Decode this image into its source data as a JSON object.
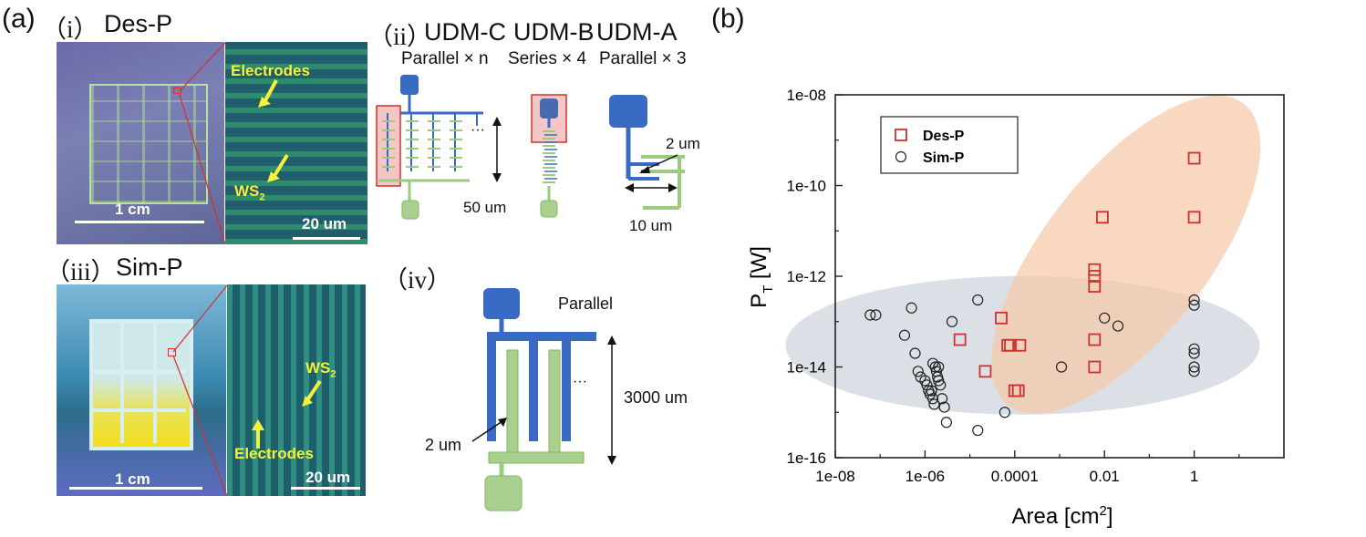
{
  "panel_a": {
    "tag": "(a)",
    "i": {
      "roman": "（i）",
      "title": "Des-P",
      "scale_left": "1 cm",
      "scale_right": "20 um",
      "electrodes": "Electrodes",
      "ws2": "WS",
      "ws2_sub": "2"
    },
    "ii": {
      "roman": "（ii）",
      "titles": [
        "UDM-C",
        "UDM-B",
        "UDM-A"
      ],
      "captions": [
        "Parallel × n",
        "Series × 4",
        "Parallel × 3"
      ],
      "dim_50": "50 um",
      "dim_2": "2 um",
      "dim_10": "10 um",
      "ellipsis": "···"
    },
    "iii": {
      "roman": "（iii）",
      "title": "Sim-P",
      "scale_left": "1 cm",
      "scale_right": "20 um",
      "electrodes": "Electrodes",
      "ws2": "WS",
      "ws2_sub": "2"
    },
    "iv": {
      "roman": "（iv）",
      "caption": "Parallel",
      "dim_3000": "3000 um",
      "dim_2": "2 um",
      "ellipsis": "···"
    }
  },
  "panel_b": {
    "tag": "(b)"
  },
  "colors": {
    "blue": "#3a6bc4",
    "green": "#a9d08e",
    "red": "#d0312d",
    "ellipse_orange": "#f6c7a6",
    "ellipse_gray": "#cfd6dd"
  },
  "chart_data": {
    "type": "scatter",
    "xlabel": "Area [cm",
    "xlabel_sup": "2",
    "xlabel_end": "]",
    "ylabel": "P",
    "ylabel_sub": "T",
    "ylabel_end": " [W]",
    "xscale": "log",
    "yscale": "log",
    "xlim": [
      1e-08,
      100
    ],
    "ylim": [
      1e-16,
      1e-08
    ],
    "xticks": [
      {
        "v": 1e-08,
        "label": "1e-08"
      },
      {
        "v": 1e-06,
        "label": "1e-06"
      },
      {
        "v": 0.0001,
        "label": "0.0001"
      },
      {
        "v": 0.01,
        "label": "0.01"
      },
      {
        "v": 1,
        "label": "1"
      }
    ],
    "yticks": [
      {
        "v": 1e-08,
        "label": "1e-08"
      },
      {
        "v": 1e-10,
        "label": "1e-10"
      },
      {
        "v": 1e-12,
        "label": "1e-12"
      },
      {
        "v": 1e-14,
        "label": "1e-14"
      },
      {
        "v": 1e-16,
        "label": "1e-16"
      }
    ],
    "legend_position": "top-left",
    "series": [
      {
        "name": "Des-P",
        "marker": "square",
        "color": "#d0312d",
        "points": [
          [
            6e-06,
            4e-14
          ],
          [
            2.2e-05,
            8e-15
          ],
          [
            5e-05,
            1.2e-13
          ],
          [
            7e-05,
            3e-14
          ],
          [
            8e-05,
            3e-14
          ],
          [
            0.0001,
            3e-15
          ],
          [
            0.00012,
            3e-15
          ],
          [
            0.00013,
            3e-14
          ],
          [
            0.006,
            1.4e-12
          ],
          [
            0.006,
            1e-12
          ],
          [
            0.006,
            6e-13
          ],
          [
            0.006,
            4e-14
          ],
          [
            0.006,
            1e-14
          ],
          [
            0.009,
            2e-11
          ],
          [
            1,
            4e-10
          ],
          [
            1,
            2e-11
          ]
        ]
      },
      {
        "name": "Sim-P",
        "marker": "circle",
        "color": "#222222",
        "points": [
          [
            6e-08,
            1.4e-13
          ],
          [
            8e-08,
            1.4e-13
          ],
          [
            3.5e-07,
            5e-14
          ],
          [
            5e-07,
            2e-13
          ],
          [
            6e-07,
            2e-14
          ],
          [
            7e-07,
            8e-15
          ],
          [
            8e-07,
            6e-15
          ],
          [
            1e-06,
            5e-15
          ],
          [
            1.1e-06,
            4e-15
          ],
          [
            1.2e-06,
            3e-15
          ],
          [
            1.3e-06,
            2.5e-15
          ],
          [
            1.4e-06,
            3e-15
          ],
          [
            1.5e-06,
            2e-15
          ],
          [
            1.6e-06,
            1.5e-15
          ],
          [
            1.7e-06,
            1e-14
          ],
          [
            1.8e-06,
            8e-15
          ],
          [
            1.9e-06,
            6e-15
          ],
          [
            2e-06,
            5e-15
          ],
          [
            2.2e-06,
            4e-15
          ],
          [
            2.4e-06,
            2e-15
          ],
          [
            2.7e-06,
            1.3e-15
          ],
          [
            3e-06,
            6e-16
          ],
          [
            1.5e-06,
            1.2e-14
          ],
          [
            2e-06,
            1e-14
          ],
          [
            4e-06,
            1e-13
          ],
          [
            1.5e-05,
            3e-13
          ],
          [
            1.5e-05,
            4e-16
          ],
          [
            6e-05,
            1e-15
          ],
          [
            0.0011,
            1e-14
          ],
          [
            0.01,
            1.2e-13
          ],
          [
            0.02,
            8e-14
          ],
          [
            1,
            3e-13
          ],
          [
            1,
            2.3e-13
          ],
          [
            1,
            2.5e-14
          ],
          [
            1,
            2e-14
          ],
          [
            1,
            1e-14
          ],
          [
            1,
            8e-15
          ]
        ]
      }
    ],
    "regions": [
      {
        "name": "des-p-region",
        "color": "#f6c7a6"
      },
      {
        "name": "sim-p-region",
        "color": "#cfd6dd"
      }
    ]
  }
}
